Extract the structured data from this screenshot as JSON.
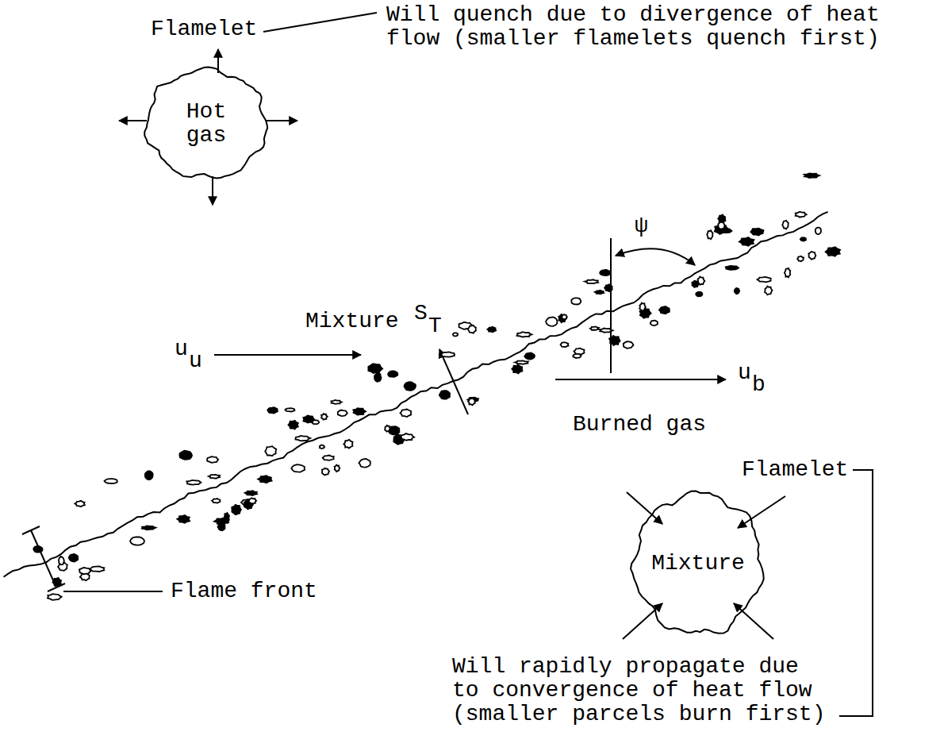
{
  "diagram": {
    "nodes": [
      {
        "text": [
          "Flamelet",
          "Hot gas"
        ]
      },
      {
        "text": [
          "Flamelet",
          "Mixture"
        ]
      }
    ],
    "labels": [
      "Will quench due to divergence of heat flow (smaller flamelets quench first)",
      "ψ",
      "Mixture",
      "S",
      "T",
      "u",
      "u",
      "u",
      "b",
      "Burned gas",
      "Flame front",
      "Will rapidly propagate due to convergence of heat flow (smaller parcels burn first)"
    ]
  }
}
